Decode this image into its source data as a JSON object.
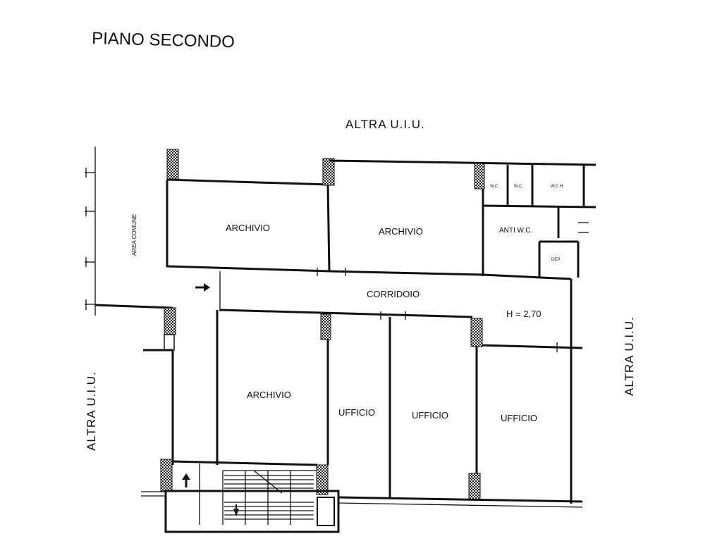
{
  "title": "PIANO SECONDO",
  "neighbors": {
    "top": "ALTRA U.I.U.",
    "left": "ALTRA U.I.U.",
    "right": "ALTRA U.I.U."
  },
  "area_comune": "AREA COMUNE",
  "corridor": "CORRIDOIO",
  "height": "H = 2,70",
  "rooms": {
    "archivio_left": "ARCHIVIO",
    "archivio_center": "ARCHIVIO",
    "archivio_bottom": "ARCHIVIO",
    "ufficio_1": "UFFICIO",
    "ufficio_2": "UFFICIO",
    "ufficio_3": "UFFICIO",
    "anti_wc": "ANTI W.C.",
    "wc_1": "W.C.",
    "wc_2": "W.C.",
    "wch": "W.C.H.",
    "dep": "DEP."
  },
  "colors": {
    "ink": "#111111",
    "hatch": "#333333",
    "paper": "#ffffff"
  }
}
